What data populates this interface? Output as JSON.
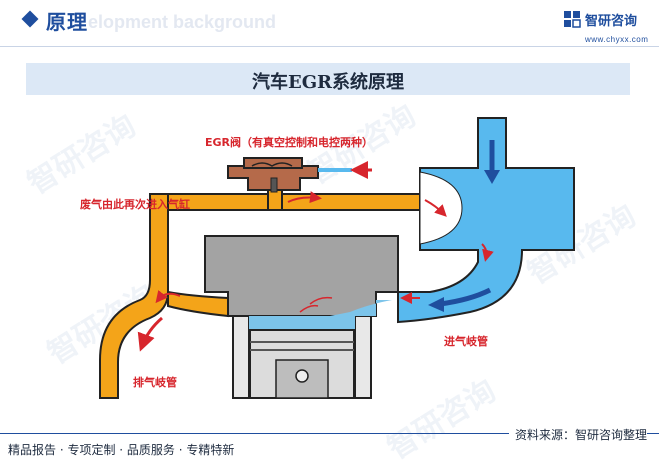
{
  "header": {
    "title": "原理",
    "title_background": "elopment background",
    "logo_name": "智研咨询",
    "logo_url": "www.chyxx.com"
  },
  "banner": {
    "title": "汽车EGR系统原理"
  },
  "diagram": {
    "labels": {
      "egr_valve": "EGR阀（有真空控制和电控两种）",
      "exhaust_reenter": "废气由此再次进入气缸",
      "intake_manifold": "进气岐管",
      "exhaust_manifold": "排气岐管"
    }
  },
  "watermark": "智研咨询",
  "footer": {
    "source": "资料来源：智研咨询整理",
    "slogan": "精品报告 · 专项定制 · 品质服务 · 专精特新"
  },
  "colors": {
    "brand_blue": "#1f4e9e",
    "intake_blue": "#58b9ee",
    "exhaust_orange": "#f4a419",
    "valve_brown": "#b56a4a",
    "label_red": "#d7262d",
    "engine_gray": "#9a9a9a"
  }
}
